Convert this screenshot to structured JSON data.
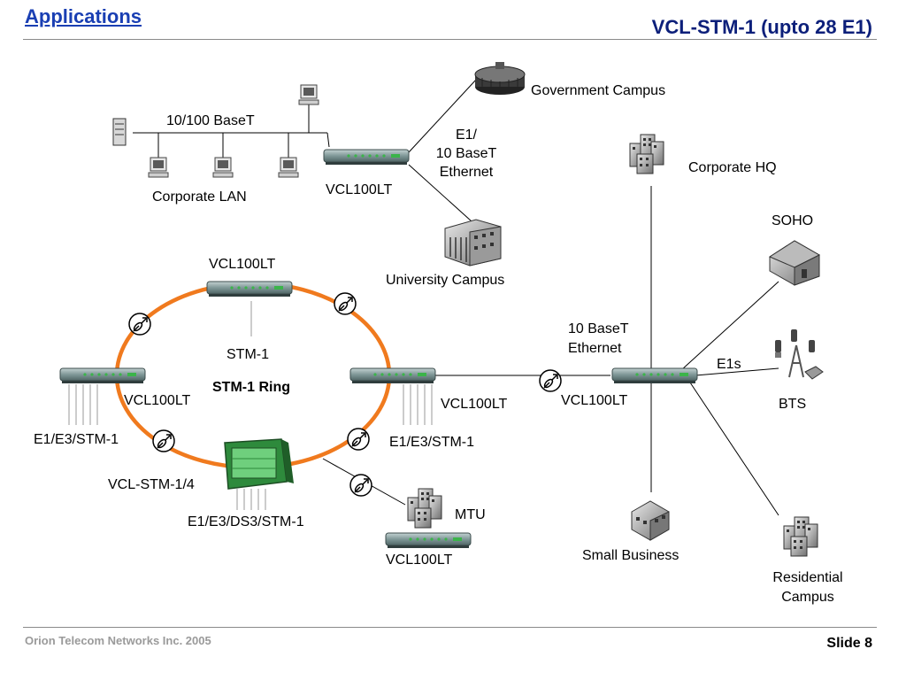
{
  "header": {
    "section_title": "Applications",
    "slide_title": "VCL-STM-1 (upto 28 E1)"
  },
  "footer": {
    "company": "Orion Telecom Networks Inc. 2005",
    "slide_number": "Slide 8"
  },
  "labels": {
    "government_campus": "Government Campus",
    "lan_speed": "10/100 BaseT",
    "e1_line1": "E1/",
    "e1_line2": "10 BaseT",
    "e1_line3": "Ethernet",
    "corporate_lan": "Corporate LAN",
    "vcl_top": "VCL100LT",
    "university_campus": "University Campus",
    "corporate_hq": "Corporate HQ",
    "soho": "SOHO",
    "vcl_ring_top": "VCL100LT",
    "stm1": "STM-1",
    "stm1_ring": "STM-1 Ring",
    "vcl_ring_left": "VCL100LT",
    "vcl_ring_right": "VCL100LT",
    "e1e3stm1_left": "E1/E3/STM-1",
    "e1e3stm1_right": "E1/E3/STM-1",
    "vcl_stm14": "VCL-STM-1/4",
    "e1e3ds3stm1": "E1/E3/DS3/STM-1",
    "mtu": "MTU",
    "vcl_mtu": "VCL100LT",
    "eth_line1": "10 BaseT",
    "eth_line2": "Ethernet",
    "vcl_hub": "VCL100LT",
    "e1s": "E1s",
    "bts": "BTS",
    "small_business": "Small Business",
    "residential_line1": "Residential",
    "residential_line2": "Campus"
  },
  "colors": {
    "ring": "#f07a1e",
    "title_link": "#1a3fb3",
    "title": "#0c1f7a",
    "device": "#6f8a8a",
    "device_led": "#3bb44a"
  },
  "icons": {
    "wireless_link": "satellite-dish-icon",
    "router": "router-icon",
    "building": "office-building-icon",
    "pc": "pc-icon",
    "server": "server-icon",
    "house": "house-icon",
    "antenna": "antenna-tower-icon"
  }
}
